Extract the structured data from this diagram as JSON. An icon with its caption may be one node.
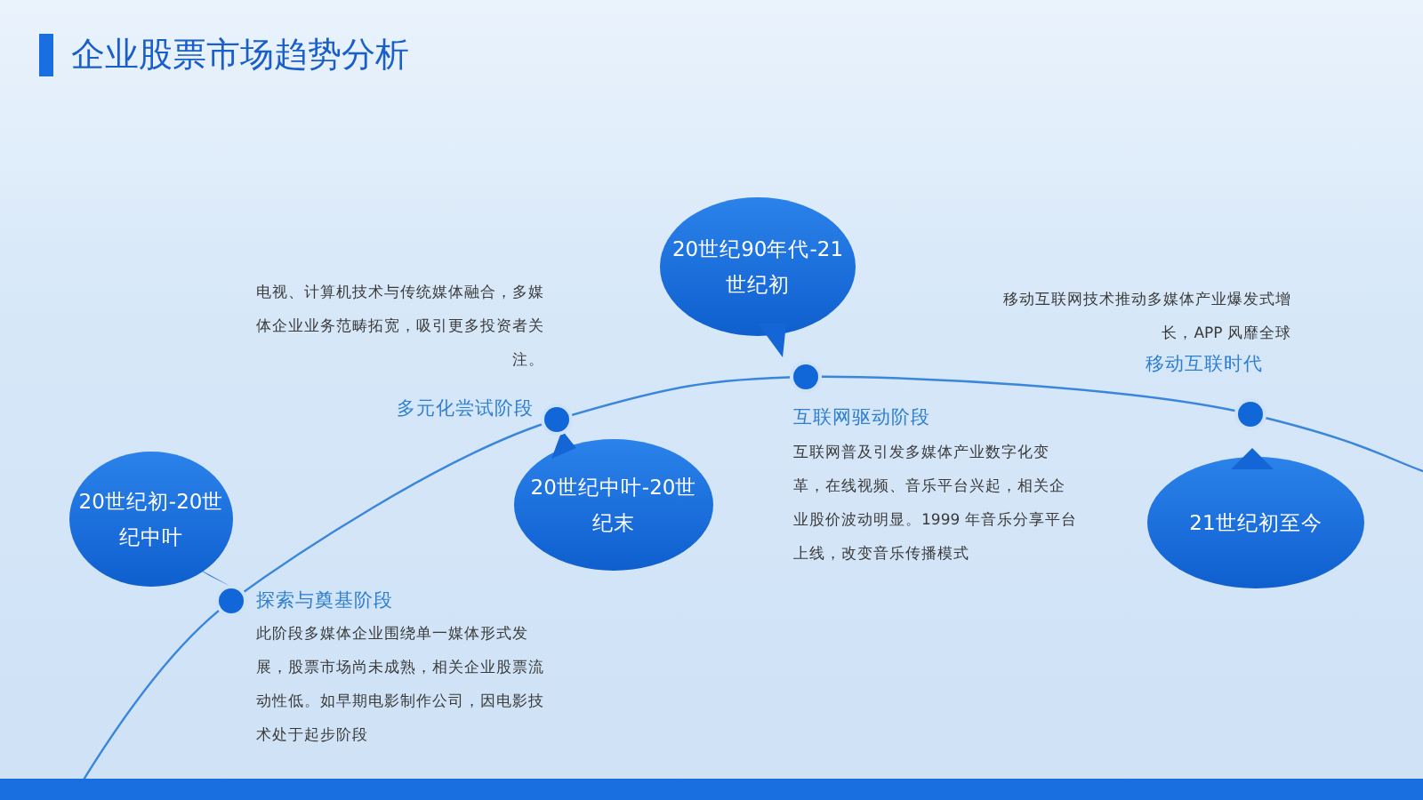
{
  "diagram": {
    "title": "企业股票市场趋势分析",
    "nodes": [
      {
        "text": [
          "20世纪初-20世纪中叶"
        ]
      },
      {
        "text": [
          "20世纪中叶-20世纪末"
        ]
      },
      {
        "text": [
          "20世纪90年代-21世纪初"
        ]
      },
      {
        "text": [
          "21世纪初至今"
        ]
      },
      {
        "text": [],
        "shape": "circle",
        "beside": [
          "探索与奠基阶段",
          "此阶段多媒体企业围绕单一媒体形式发展，股票市场尚未成熟，相关企业股票流动性低。如早期电影制作公司，因电影技术处于起步阶段"
        ]
      },
      {
        "text": [],
        "shape": "circle",
        "beside": [
          "多元化尝试阶段",
          "电视、计算机技术与传统媒体融合，多媒体企业业务范畴拓宽，吸引更多投资者关注。"
        ]
      },
      {
        "text": [],
        "shape": "circle",
        "beside": [
          "互联网驱动阶段",
          "互联网普及引发多媒体产业数字化变革，在线视频、音乐平台兴起，相关企业股价波动明显。1999 年音乐分享平台上线，改变音乐传播模式"
        ]
      },
      {
        "text": [],
        "shape": "circle",
        "beside": [
          "移动互联时代",
          "移动互联网技术推动多媒体产业爆发式增长，APP 风靡全球"
        ]
      }
    ],
    "edges": []
  }
}
